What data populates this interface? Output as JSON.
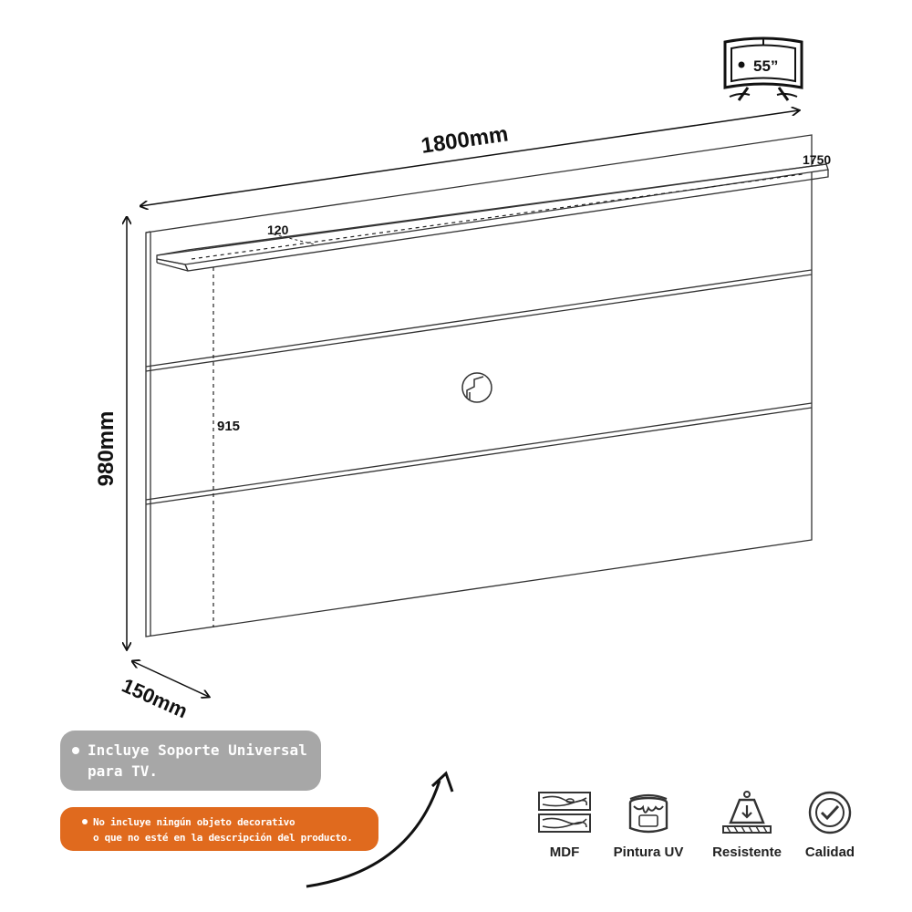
{
  "tv_badge": {
    "size": "55”"
  },
  "dimensions": {
    "width": "1800mm",
    "height": "980mm",
    "depth": "150mm",
    "shelf_length": "1750",
    "shelf_depth": "120",
    "shelf_height": "915"
  },
  "notes": {
    "support": "Incluye Soporte Universal para TV.",
    "disclaimer_line1": "No incluye ningún objeto decorativo",
    "disclaimer_line2": "o que no esté en la descripción del producto."
  },
  "features": [
    {
      "label": "MDF",
      "icon": "wood-planks-icon"
    },
    {
      "label": "Pintura UV",
      "icon": "paint-can-icon"
    },
    {
      "label": "Resistente",
      "icon": "weight-icon"
    },
    {
      "label": "Calidad",
      "icon": "quality-check-icon"
    }
  ],
  "colors": {
    "line": "#333333",
    "note_gray": "#a7a7a7",
    "note_orange": "#e06a1e"
  }
}
